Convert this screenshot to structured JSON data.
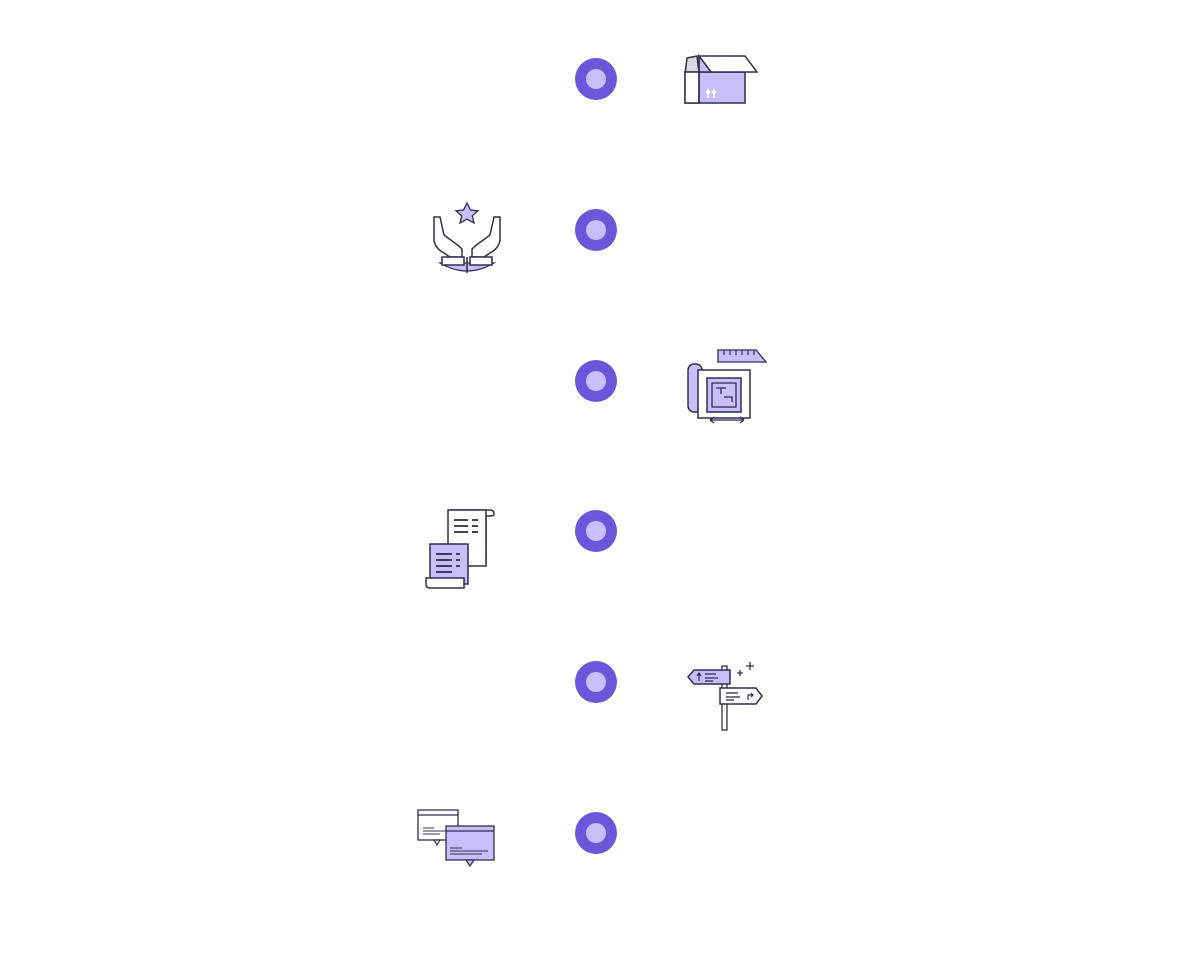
{
  "colors": {
    "marker_ring": "#6b57d9",
    "marker_fill": "#c9befa",
    "icon_stroke": "#2e2f4f",
    "icon_fill": "#c9befa",
    "icon_accent": "#8f7ae6"
  },
  "steps": [
    {
      "icon": "open-box-icon",
      "side": "right"
    },
    {
      "icon": "hands-star-icon",
      "side": "left"
    },
    {
      "icon": "blueprint-ruler-icon",
      "side": "right"
    },
    {
      "icon": "scroll-documents-icon",
      "side": "left"
    },
    {
      "icon": "signpost-icon",
      "side": "right"
    },
    {
      "icon": "chat-windows-icon",
      "side": "left"
    }
  ]
}
